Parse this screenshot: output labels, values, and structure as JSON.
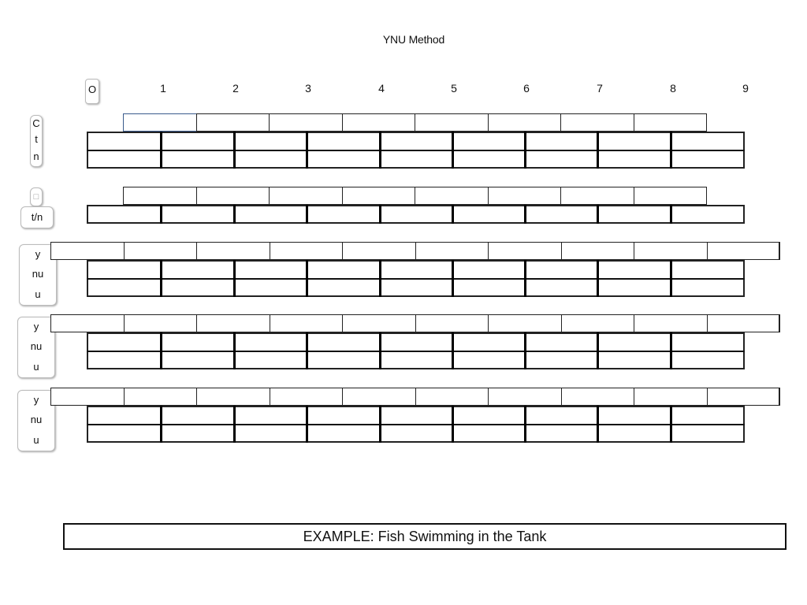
{
  "title": "YNU Method",
  "zero_label": "O",
  "column_numbers": [
    "1",
    "2",
    "3",
    "4",
    "5",
    "6",
    "7",
    "8",
    "9"
  ],
  "row_labels": {
    "group1": [
      "C",
      "t",
      "n"
    ],
    "group2": [
      "□",
      "t/n"
    ],
    "group3": [
      "y",
      "nu",
      "u"
    ],
    "group4": [
      "y",
      "nu",
      "u"
    ],
    "group5": [
      "y",
      "nu",
      "u"
    ]
  },
  "example_text": "EXAMPLE:   Fish Swimming in the Tank"
}
